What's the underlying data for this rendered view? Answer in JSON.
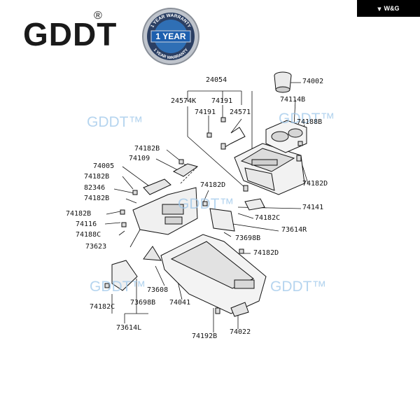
{
  "brand": {
    "name": "GDDT",
    "reg_mark": "®"
  },
  "badge": {
    "top_text": "1 YEAR WARRANTY",
    "center_text": "1 YEAR",
    "bottom_text": "1 YEAR WARRANTY"
  },
  "topbar": {
    "label": "W&G",
    "icon": "wg-logo-icon"
  },
  "watermark": "GDDT™",
  "parts": {
    "p24054": "24054",
    "p74002": "74002",
    "p24574K": "24574K",
    "p74191a": "74191",
    "p74191b": "74191",
    "p24571": "24571",
    "p74114B": "74114B",
    "p74188B": "74188B",
    "p74182B_a": "74182B",
    "p74109": "74109",
    "p74005": "74005",
    "p74182B_b": "74182B",
    "p82346": "82346",
    "p74182B_c": "74182B",
    "p74182D_a": "74182D",
    "p74182D_b": "74182D",
    "p74141": "74141",
    "p74182B_d": "74182B",
    "p74116": "74116",
    "p74188C": "74188C",
    "p74182C_a": "74182C",
    "p73614R": "73614R",
    "p73698B_a": "73698B",
    "p73623": "73623",
    "p74182D_c": "74182D",
    "p73608": "73608",
    "p74041": "74041",
    "p74182C_b": "74182C",
    "p73698B_b": "73698B",
    "p73614L": "73614L",
    "p74192B": "74192B",
    "p74022": "74022"
  }
}
